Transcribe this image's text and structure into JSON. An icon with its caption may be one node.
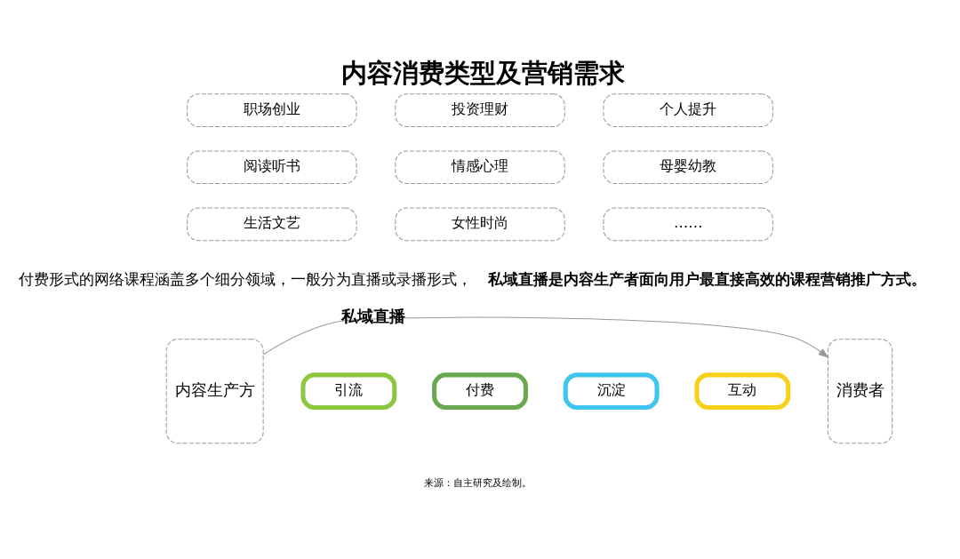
{
  "diagram": {
    "title": "内容消费类型及营销需求",
    "nodes": [
      {
        "text": [
          "职场创业"
        ]
      },
      {
        "text": [
          "投资理财"
        ]
      },
      {
        "text": [
          "个人提升"
        ]
      },
      {
        "text": [
          "阅读听书"
        ]
      },
      {
        "text": [
          "情感心理"
        ]
      },
      {
        "text": [
          "母婴幼教"
        ]
      },
      {
        "text": [
          "生活文艺"
        ]
      },
      {
        "text": [
          "女性时尚"
        ]
      },
      {
        "text": [
          "……"
        ]
      },
      {
        "text": [
          "内容生产方"
        ]
      },
      {
        "text": [
          "引流"
        ]
      },
      {
        "text": [
          "付费"
        ]
      },
      {
        "text": [
          "沉淀"
        ]
      },
      {
        "text": [
          "互动"
        ]
      },
      {
        "text": [
          "消费者"
        ]
      }
    ],
    "edges": [
      {
        "from": 9,
        "to": 14,
        "arrow": "to",
        "label": "私域直播"
      }
    ],
    "labels": [
      "付费形式的网络课程涵盖多个细分领域，一般分为直播或录播形式，**私域直播是内容生产者面向用户最直接高效的课程营销推广方式。**",
      "来源：自主研究及绘制。"
    ]
  }
}
